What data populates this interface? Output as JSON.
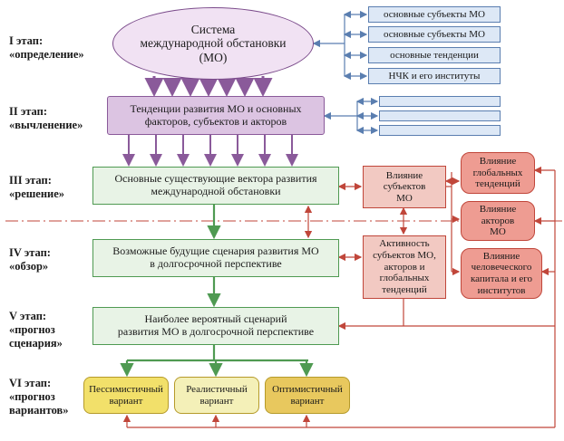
{
  "stages": [
    "I этап:\n«определение»",
    "II этап:\n«вычленение»",
    "III этап:\n«решение»",
    "IV этап:\n«обзор»",
    "V этап:\n«прогноз\nсценария»",
    "VI этап:\n«прогноз\nвариантов»"
  ],
  "system_box": "Система\nмеждународной обстановки\n(МО)",
  "system_items": [
    "основные субъекты МО",
    "основные субъекты МО",
    "основные тенденции",
    "НЧК и его институты"
  ],
  "trends_box": "Тенденции развития МО и основных\nфакторов, субъектов и акторов",
  "vectors_box": "Основные существующие вектора развития\nмеждународной обстановки",
  "scenarios_box": "Возможные будущие сценария развития МО\nв долгосрочной перспективе",
  "probable_box": "Наиболее вероятный сценарий\nразвития МО в долгосрочной перспективе",
  "influence_subjects": "Влияние\nсубъектов\nМО",
  "activity_box": "Активность\nсубъектов МО,\nакторов и\nглобальных\nтенденций",
  "right_influences": [
    "Влияние\nглобальных\nтенденций",
    "Влияние\nакторов\nМО",
    "Влияние\nчеловеческого\nкапитала и его\nинститутов"
  ],
  "variants": [
    {
      "label": "Пессимистичный\nвариант",
      "color": "#f2e06a"
    },
    {
      "label": "Реалистичный\nвариант",
      "color": "#f4f0b8"
    },
    {
      "label": "Оптимистичный\nвариант",
      "color": "#e8c85e"
    }
  ],
  "colors": {
    "blue_arrow": "#5a7eb0",
    "purple_arrow": "#8a5a9a",
    "green_arrow": "#4f9a52",
    "red_arrow": "#c0463a"
  }
}
